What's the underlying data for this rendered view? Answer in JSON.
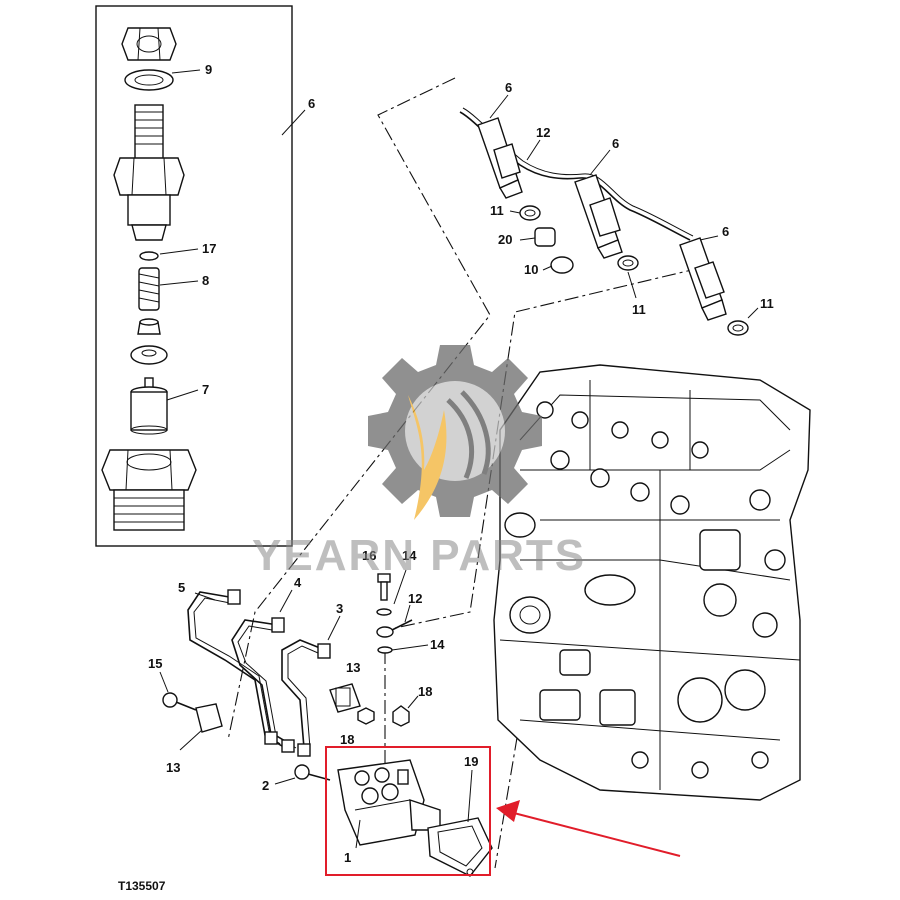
{
  "diagram": {
    "figure_code": "T135507",
    "watermark_text": "YEARN PARTS",
    "colors": {
      "highlight_box": "#e11d2a",
      "arrow": "#e11d2a",
      "logo_gear": "#6b6b6b",
      "logo_flame": "#f2b233"
    },
    "labels": {
      "inset_6": "6",
      "inset_9": "9",
      "inset_17": "17",
      "inset_8": "8",
      "inset_7": "7",
      "inj_6a": "6",
      "inj_6b": "6",
      "inj_6c": "6",
      "line_12_top": "12",
      "ring_11a": "11",
      "ring_20": "20",
      "ring_10": "10",
      "ring_11b": "11",
      "ring_11c": "11",
      "bolt_16": "16",
      "washer_14a": "14",
      "fitting_12": "12",
      "washer_14b": "14",
      "pipe_5": "5",
      "pipe_4": "4",
      "pipe_3": "3",
      "bolt_15": "15",
      "clamp_13a": "13",
      "clamp_13b": "13",
      "nut_18a": "18",
      "nut_18b": "18",
      "bolt_2": "2",
      "pump_1": "1",
      "gasket_19": "19"
    }
  }
}
